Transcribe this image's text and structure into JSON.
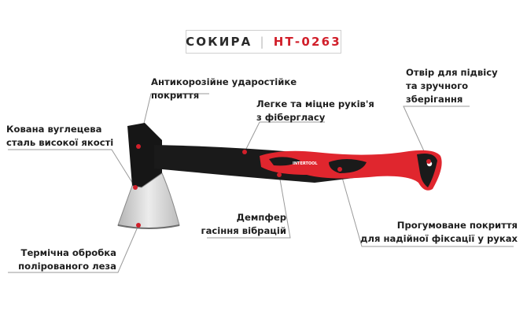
{
  "title": {
    "name": "СОКИРА",
    "separator": "|",
    "model": "НТ-0263"
  },
  "brand_text": "INTERTOOL",
  "callouts": {
    "coating": [
      "Антикорозійне ударостійке",
      "покриття"
    ],
    "handle": [
      "Легке та міцне руків'я",
      "з фібергласу"
    ],
    "hole": [
      "Отвір для підвісу",
      "та зручного",
      "зберігання"
    ],
    "steel": [
      "Кована вуглецева",
      "сталь високої якості"
    ],
    "damper": [
      "Демпфер",
      "гасіння вібрацій"
    ],
    "grip": [
      "Прогумоване покриття",
      "для надійної фіксації у руках"
    ],
    "blade": [
      "Термічна обробка",
      "полірованого леза"
    ]
  },
  "colors": {
    "accent": "#d11f2a",
    "handle_black": "#1a1a1a",
    "grip_red": "#e0262e",
    "leader": "#9a9a9a",
    "blade_steel": "#c9c9c9"
  }
}
